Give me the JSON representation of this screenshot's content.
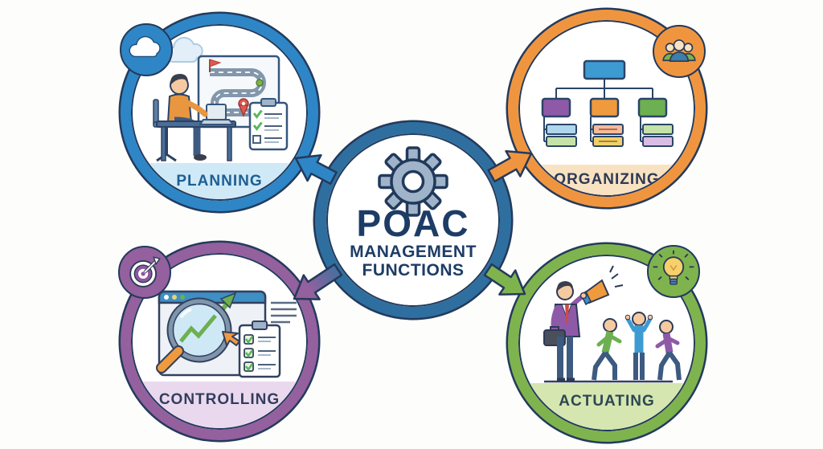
{
  "center": {
    "acronym": "POAC",
    "subtitle_line1": "MANAGEMENT",
    "subtitle_line2": "FUNCTIONS",
    "icon": "gear-icon"
  },
  "sections": {
    "planning": {
      "label": "PLANNING",
      "badge_icon": "cloud-icon",
      "scene": "person working at a desk with laptop, roadmap panel and checklist"
    },
    "organizing": {
      "label": "ORGANIZING",
      "badge_icon": "people-icon",
      "scene": "organization chart with colored boxes"
    },
    "controlling": {
      "label": "CONTROLLING",
      "badge_icon": "target-icon",
      "scene": "browser window with magnifying glass over growth chart, cursor and checklist"
    },
    "actuating": {
      "label": "ACTUATING",
      "badge_icon": "lightbulb-icon",
      "scene": "leader with megaphone motivating three energized people"
    }
  },
  "colors": {
    "planning": "#2e86c6",
    "organizing": "#f0953f",
    "controlling": "#94609e",
    "actuating": "#7fb34e",
    "center_ring": "#2f6f9f",
    "outline": "#233a5c",
    "planning_band": "#cfe9f6",
    "organizing_band": "#f8e2c2",
    "controlling_band": "#ead9ee",
    "actuating_band": "#d5e6b0",
    "planning_label": "#1d5f93",
    "organizing_label": "#2e3a56",
    "controlling_label": "#323d5e",
    "actuating_label": "#2d4752",
    "center_text": "#1d3c66",
    "gear": "#9fb4c8",
    "background": "#fdfdfb"
  }
}
